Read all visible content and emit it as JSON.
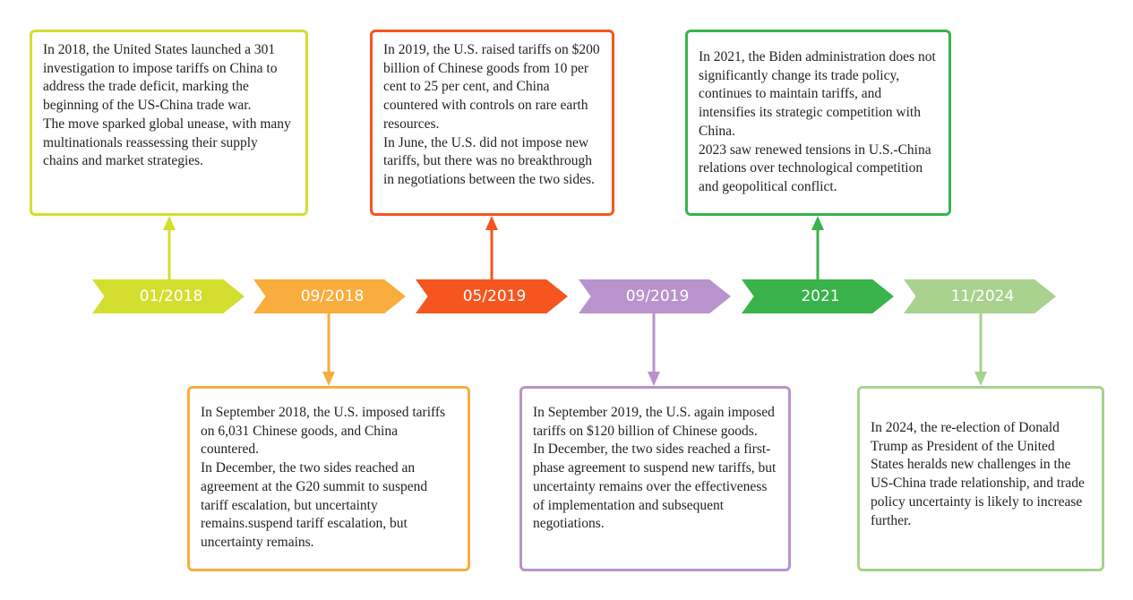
{
  "colors": {
    "c1": "#d3de2e",
    "c2": "#f9ad3c",
    "c3": "#f5561f",
    "c4": "#b893cc",
    "c5": "#39b34a",
    "c6": "#a8d28d"
  },
  "timeline": [
    {
      "label": "01/2018"
    },
    {
      "label": "09/2018"
    },
    {
      "label": "05/2019"
    },
    {
      "label": "09/2019"
    },
    {
      "label": "2021"
    },
    {
      "label": "11/2024"
    }
  ],
  "cards": {
    "c2018_01": [
      "In 2018, the United States launched a 301 investigation to impose tariffs on China to address the trade deficit, marking the beginning of the US-China trade war.",
      "The move sparked global unease, with many multinationals reassessing their supply chains and market strategies."
    ],
    "c2018_09": [
      "In September 2018, the U.S. imposed tariffs on 6,031 Chinese goods, and China countered.",
      "In December, the two sides reached an agreement at the G20 summit to suspend tariff escalation, but uncertainty remains.suspend tariff escalation, but uncertainty remains."
    ],
    "c2019_05": [
      "In 2019, the U.S. raised tariffs on $200 billion of Chinese goods from 10 per cent to 25 per cent, and China countered with controls on rare earth resources.",
      "In June, the U.S. did not impose new tariffs, but there was no breakthrough in negotiations between the two sides."
    ],
    "c2019_09": [
      "In September 2019, the U.S. again imposed tariffs on $120 billion of Chinese goods.",
      "In December, the two sides reached a first-phase agreement to suspend new tariffs, but uncertainty remains over the effectiveness of implementation and subsequent negotiations."
    ],
    "c2021": [
      "In 2021, the Biden administration does not significantly change its trade policy, continues to maintain tariffs, and intensifies its strategic competition with China.",
      "2023 saw renewed tensions in U.S.-China relations over technological competition and geopolitical conflict."
    ],
    "c2024_11": [
      "In 2024, the re-election of Donald Trump as President of the United States heralds new challenges in the US-China trade relationship, and trade policy uncertainty is likely to increase further."
    ]
  }
}
